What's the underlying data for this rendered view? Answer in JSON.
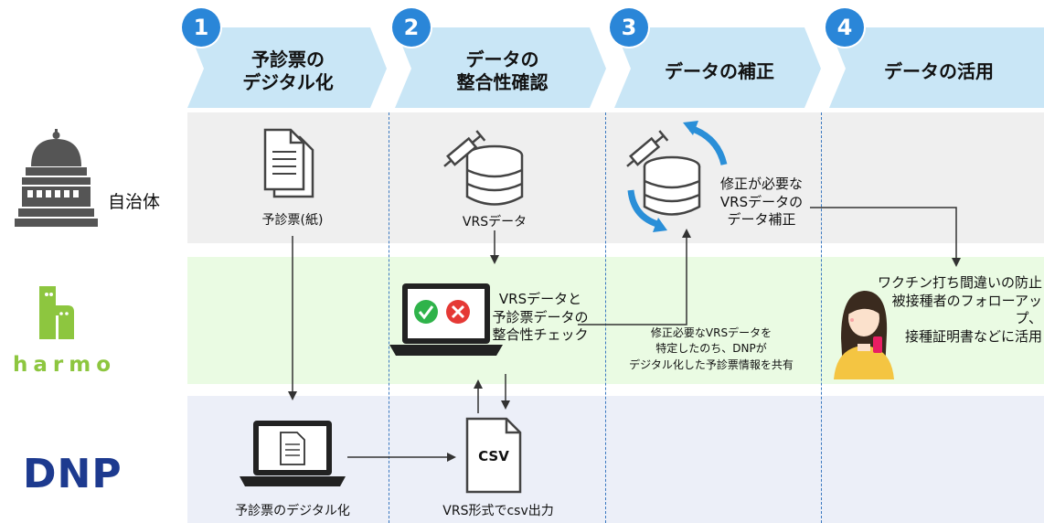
{
  "steps": [
    {
      "number": "1",
      "label": "予診票の\nデジタル化"
    },
    {
      "number": "2",
      "label": "データの\n整合性確認"
    },
    {
      "number": "3",
      "label": "データの補正"
    },
    {
      "number": "4",
      "label": "データの活用"
    }
  ],
  "rows": {
    "municipality": {
      "label": "自治体",
      "icon": "capitol-building-icon"
    },
    "harmo": {
      "logo_text": "harmo",
      "icon": "harmo-h-logo"
    },
    "dnp": {
      "logo_text": "DNP"
    }
  },
  "nodes": {
    "paper_form": "予診票(紙)",
    "vrs_data": "VRSデータ",
    "correction": "修正が必要な\nVRSデータの\nデータ補正",
    "check": "VRSデータと\n予診票データの\n整合性チェック",
    "share_note": "修正必要なVRSデータを\n特定したのち、DNPが\nデジタル化した予診票情報を共有",
    "usage": "ワクチン打ち間違いの防止\n被接種者のフォローアップ、\n接種証明書などに活用",
    "digitize": "予診票のデジタル化",
    "csv_output": "VRS形式でcsv出力",
    "csv_badge": "CSV"
  },
  "colors": {
    "chevron": "#c9e6f6",
    "step_circle": "#2a86d8",
    "divider": "#3a78c0",
    "band_gray": "#efefef",
    "band_green": "#eafbe3",
    "band_blue": "#eceff8",
    "dnp_logo": "#1d3a8f",
    "harmo_logo": "#8dc63f"
  }
}
